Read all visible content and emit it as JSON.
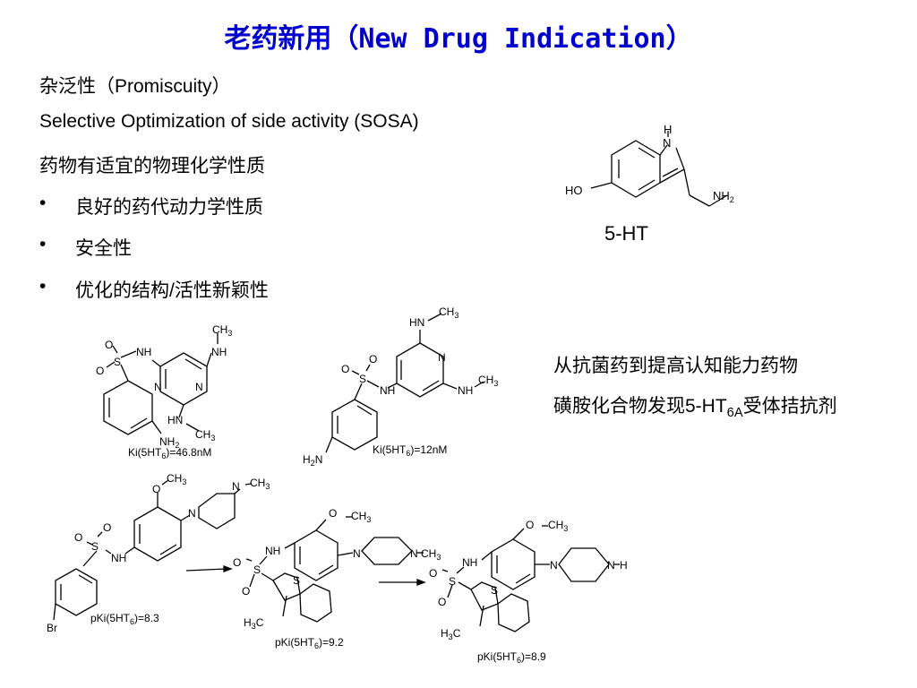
{
  "slide": {
    "title": "老药新用（New Drug Indication）",
    "line1": "杂泛性（Promiscuity）",
    "line2": "Selective Optimization of side activity (SOSA)",
    "line3": "药物有适宜的物理化学性质",
    "bullet_symbol": "•",
    "bullets": [
      "良好的药代动力学性质",
      "安全性",
      "优化的结构/活性新颖性"
    ],
    "ht_label": "5-HT",
    "side_line1": "从抗菌药到提高认知能力药物",
    "side_line2_pre": "磺胺化合物发现5-HT",
    "side_line2_sub": "6A",
    "side_line2_post": "受体拮抗剂"
  },
  "molecules": {
    "serotonin": {
      "h": "H",
      "n": "N",
      "ho": "HO",
      "nh2": "NH",
      "nh2_sub": "2"
    },
    "m1": {
      "activity": "Ki(5HT",
      "activity_sub": "6",
      "activity_post": ")=46.8nM",
      "ch3": "CH",
      "ch3_sub": "3",
      "nh": "NH",
      "n": "N",
      "o": "O",
      "s": "S",
      "hn": "HN",
      "nh2": "NH",
      "nh2_sub": "2"
    },
    "m2": {
      "activity": "Ki(5HT",
      "activity_sub": "6",
      "activity_post": ")=12nM",
      "hn": "HN",
      "ch3": "CH",
      "ch3_sub": "3",
      "n": "N",
      "nh": "NH",
      "o": "O",
      "s": "S",
      "h2n": "H",
      "h2n_sub": "2",
      "h2n_post": "N"
    },
    "m3": {
      "activity": "pKi(5HT",
      "activity_sub": "6",
      "activity_post": ")=8.3",
      "o": "O",
      "ch3": "CH",
      "ch3_sub": "3",
      "n": "N",
      "s": "S",
      "nh": "NH",
      "br": "Br"
    },
    "m4": {
      "activity": "pKi(5HT",
      "activity_sub": "6",
      "activity_post": ")=9.2",
      "o": "O",
      "ch3": "CH",
      "ch3_sub": "3",
      "n": "N",
      "nh": "NH",
      "s": "S",
      "h3c": "H",
      "h3c_sub": "3",
      "h3c_post": "C"
    },
    "m5": {
      "activity": "pKi(5HT",
      "activity_sub": "6",
      "activity_post": ")=8.9",
      "o": "O",
      "ch3": "CH",
      "ch3_sub": "3",
      "n": "N",
      "nh": "NH",
      "h": "H",
      "s": "S",
      "h3c": "H",
      "h3c_sub": "3",
      "h3c_post": "C"
    }
  }
}
